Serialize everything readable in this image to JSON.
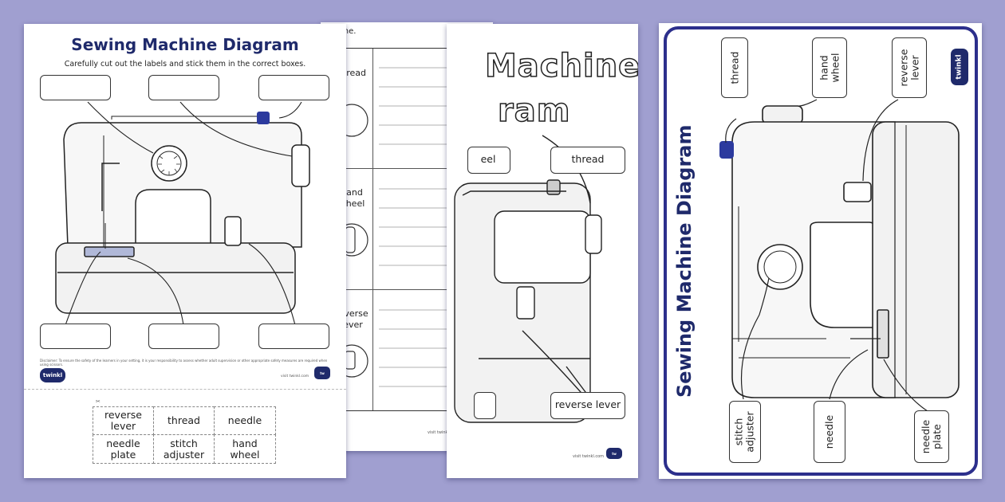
{
  "worksheet_main": {
    "title": "Sewing Machine Diagram",
    "instruction": "Carefully cut out the labels and stick them in the correct boxes.",
    "disclaimer": "Disclaimer: To ensure the safety of the learners in your setting, it is your responsibility to assess whether adult supervision or other appropriate safety measures are required when using scissors.",
    "visit": "visit twinkl.com",
    "logo": "twinkl",
    "cutout_labels": [
      [
        "reverse\nlever",
        "thread",
        "needle"
      ],
      [
        "needle\nplate",
        "stitch\nadjuster",
        "hand\nwheel"
      ]
    ]
  },
  "worksheet_table": {
    "heading_fragment": "ine.",
    "rows": [
      "thread",
      "hand\nwheel",
      "reverse\nlever"
    ],
    "visit": "visit twinkl.com"
  },
  "worksheet_labels": {
    "title_fragment_1": "Machine",
    "title_fragment_2": "ram",
    "labels": [
      "eel",
      "thread",
      "reverse lever"
    ],
    "visit": "visit twinkl.com"
  },
  "poster": {
    "title": "Sewing Machine Diagram",
    "logo": "twinkl",
    "labels_top": [
      "thread",
      "hand\nwheel",
      "reverse\nlever"
    ],
    "labels_bottom": [
      "stitch\nadjuster",
      "needle",
      "needle\nplate"
    ]
  },
  "colors": {
    "background": "#a09fd0",
    "title": "#1f2a6b",
    "poster_border": "#2c2f8c"
  }
}
